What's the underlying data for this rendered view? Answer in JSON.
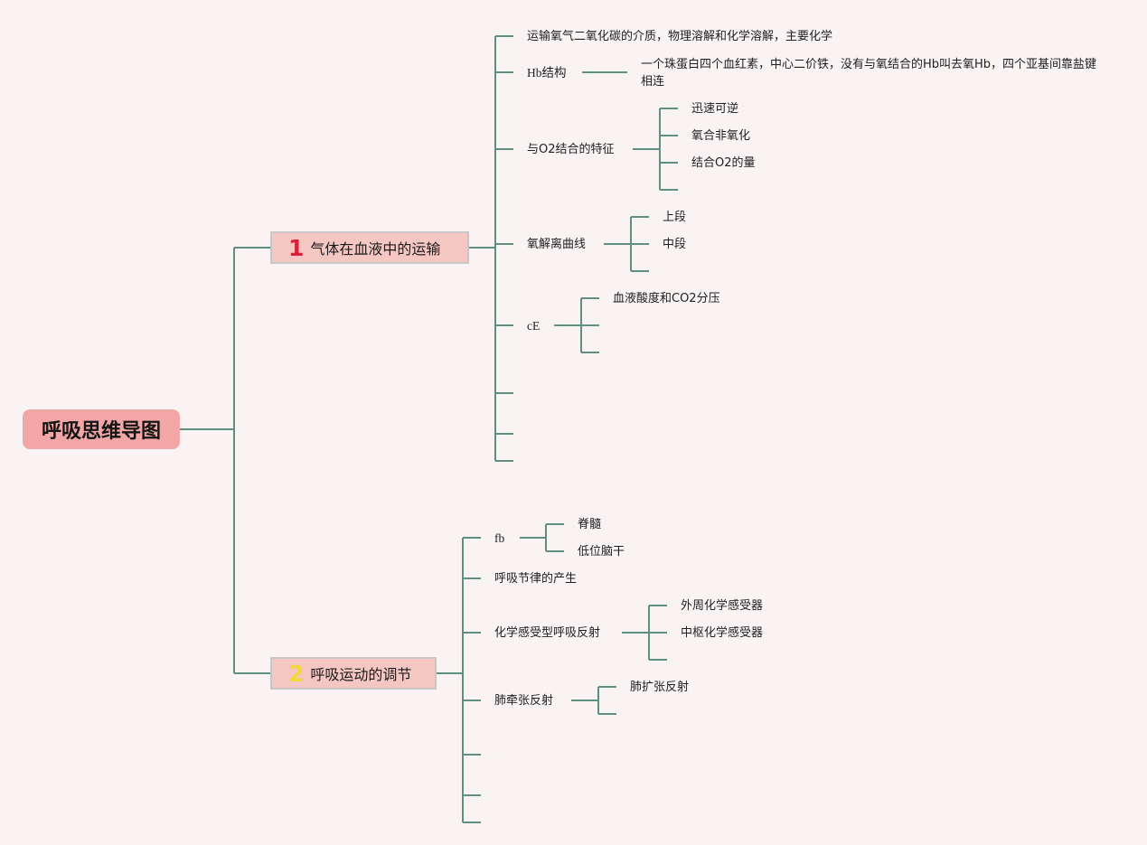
{
  "colors": {
    "line": "#5e8f7f",
    "root_bg": "#f2a6a6",
    "main_bg": "#f4c7c3",
    "num1": "#d9213a",
    "num2": "#f2d93a"
  },
  "root": {
    "label": "呼吸思维导图"
  },
  "branch1": {
    "number": "1",
    "label": "气体在血液中的运输",
    "items": {
      "media": "运输氧气二氧化碳的介质，物理溶解和化学溶解，主要化学",
      "hb": {
        "label": "Hb结构",
        "detail": "一个珠蛋白四个血红素，中心二价铁，没有与氧结合的Hb叫去氧Hb，四个亚基间靠盐键相连"
      },
      "o2": {
        "label": "与O2结合的特征",
        "children": [
          "迅速可逆",
          "氧合非氧化",
          "结合O2的量"
        ]
      },
      "curve": {
        "label": "氧解离曲线",
        "children": [
          "上段",
          "中段"
        ]
      },
      "ce": {
        "label": "cE",
        "children": [
          "血液酸度和CO2分压"
        ]
      }
    }
  },
  "branch2": {
    "number": "2",
    "label": "呼吸运动的调节",
    "items": {
      "fb": {
        "label": "fb",
        "children": [
          "脊髓",
          "低位脑干"
        ]
      },
      "rhythm": "呼吸节律的产生",
      "chem": {
        "label": "化学感受型呼吸反射",
        "children": [
          "外周化学感受器",
          "中枢化学感受器"
        ]
      },
      "lung": {
        "label": "肺牵张反射",
        "children": [
          "肺扩张反射"
        ]
      }
    }
  }
}
